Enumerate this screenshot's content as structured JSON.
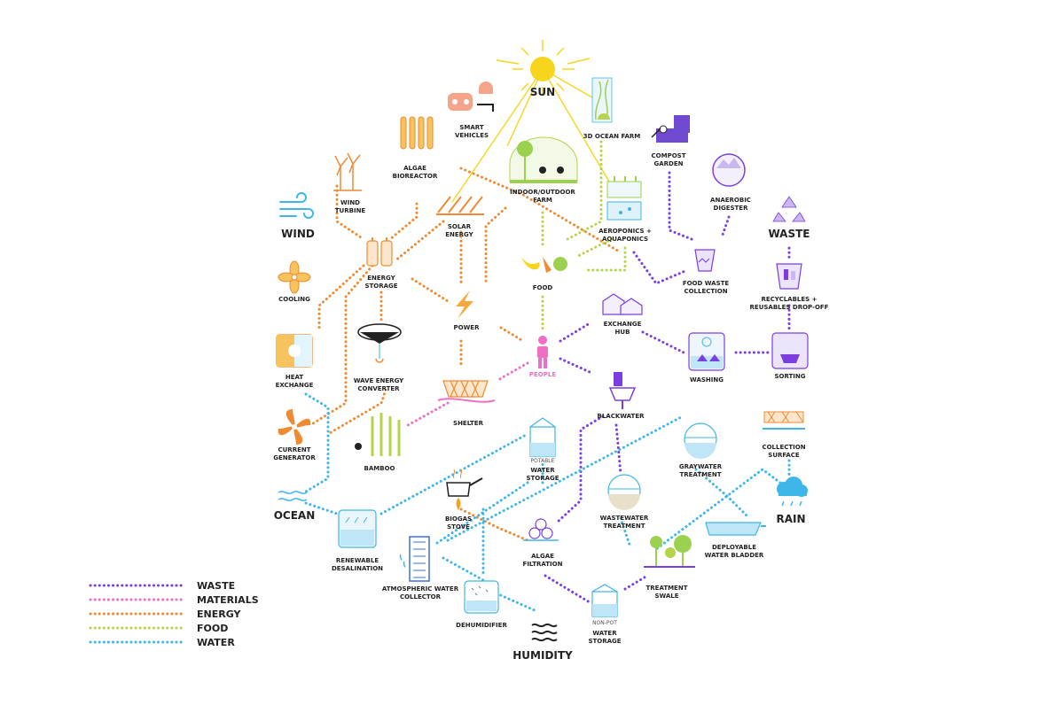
{
  "colors": {
    "waste": "#7b3fe0",
    "materials": "#ee6fc4",
    "energy": "#f08a32",
    "food": "#b5d44a",
    "water": "#3fb6ea",
    "sun": "#f7d51d"
  },
  "legend": [
    {
      "label": "WASTE",
      "color": "#7b3fe0"
    },
    {
      "label": "MATERIALS",
      "color": "#ee6fc4"
    },
    {
      "label": "ENERGY",
      "color": "#f08a32"
    },
    {
      "label": "FOOD",
      "color": "#b5d44a"
    },
    {
      "label": "WATER",
      "color": "#3fb6ea"
    }
  ],
  "sources": {
    "sun": "SUN",
    "wind": "WIND",
    "ocean": "OCEAN",
    "waste": "WASTE",
    "rain": "RAIN",
    "humidity": "HUMIDITY"
  },
  "nodes": {
    "smart_vehicles": [
      "SMART",
      "VEHICLES"
    ],
    "ocean_farm": [
      "3D OCEAN FARM"
    ],
    "compost_garden": [
      "COMPOST",
      "GARDEN"
    ],
    "algae_bioreactor": [
      "ALGAE",
      "BIOREACTOR"
    ],
    "farm": [
      "INDOOR/OUTDOOR",
      "FARM"
    ],
    "anaerobic_digester": [
      "ANAEROBIC",
      "DIGESTER"
    ],
    "wind_turbine": [
      "WIND",
      "TURBINE"
    ],
    "solar_energy": [
      "SOLAR",
      "ENERGY"
    ],
    "aeroponics": [
      "AEROPONICS +",
      "AQUAPONICS"
    ],
    "energy_storage": [
      "ENERGY",
      "STORAGE"
    ],
    "food": [
      "FOOD"
    ],
    "food_waste_collection": [
      "FOOD WASTE",
      "COLLECTION"
    ],
    "recyclables": [
      "RECYCLABLES +",
      "REUSABLES DROP-OFF"
    ],
    "cooling": [
      "COOLING"
    ],
    "power": [
      "POWER"
    ],
    "exchange_hub": [
      "EXCHANGE",
      "HUB"
    ],
    "wave_energy": [
      "WAVE ENERGY",
      "CONVERTER"
    ],
    "people": [
      "PEOPLE"
    ],
    "washing": [
      "WASHING"
    ],
    "sorting": [
      "SORTING"
    ],
    "heat_exchange": [
      "HEAT",
      "EXCHANGE"
    ],
    "shelter": [
      "SHELTER"
    ],
    "blackwater": [
      "BLACKWATER"
    ],
    "current_generator": [
      "CURRENT",
      "GENERATOR"
    ],
    "water_storage": [
      "WATER",
      "STORAGE"
    ],
    "water_storage_tag": "POTABLE",
    "graywater": [
      "GRAYWATER",
      "TREATMENT"
    ],
    "collection_surface": [
      "COLLECTION",
      "SURFACE"
    ],
    "bamboo": [
      "BAMBOO"
    ],
    "biogas_stove": [
      "BIOGAS",
      "STOVE"
    ],
    "wastewater": [
      "WASTEWATER",
      "TREATMENT"
    ],
    "deployable_bladder": [
      "DEPLOYABLE",
      "WATER BLADDER"
    ],
    "desalination": [
      "RENEWABLE",
      "DESALINATION"
    ],
    "algae_filtration": [
      "ALGAE",
      "FILTRATION"
    ],
    "atmospheric_collector": [
      "ATMOSPHERIC  WATER",
      "COLLECTOR"
    ],
    "treatment_swale": [
      "TREATMENT",
      "SWALE"
    ],
    "dehumidifier": [
      "DEHUMIDIFIER"
    ],
    "nonpot_storage": [
      "WATER",
      "STORAGE"
    ],
    "nonpot_tag": "NON-POT"
  }
}
